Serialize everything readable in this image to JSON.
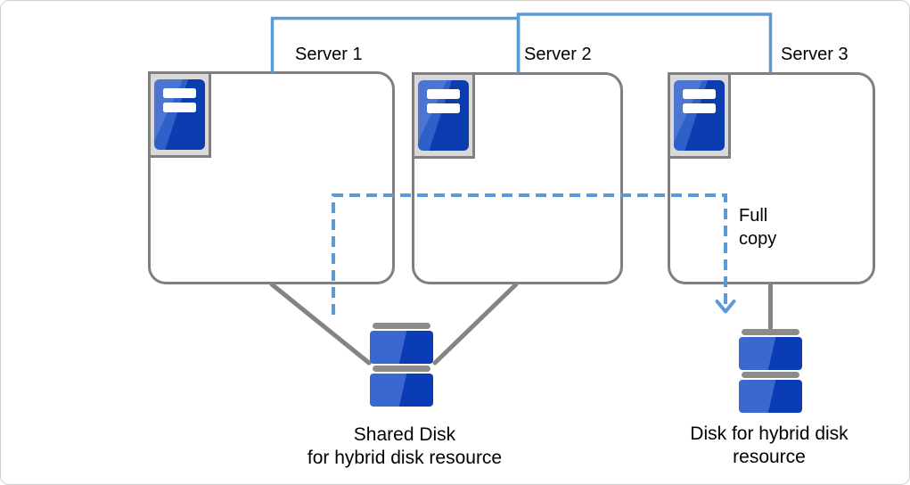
{
  "canvas": {
    "servers": [
      {
        "label": "Server 1"
      },
      {
        "label": "Server 2"
      },
      {
        "label": "Server 3"
      }
    ],
    "annotations": {
      "full_copy": [
        "Full",
        "copy"
      ]
    },
    "disk_labels": {
      "shared": [
        "Shared Disk",
        "for hybrid disk resource"
      ],
      "hybrid": [
        "Disk for hybrid disk",
        "resource"
      ]
    },
    "colors": {
      "interconnect_blue": "#5B9BD5",
      "box_border_gray": "#7F7F7F",
      "connector_gray": "#848484",
      "server_icon_blue_light": "#2E60CA",
      "server_icon_blue_dark": "#0B3DB1",
      "server_icon_tray_gray": "#D9D9D9",
      "disk_blue_light": "#3A68D0",
      "disk_blue_dark": "#0A3DB5",
      "disk_cap_gray": "#8C8C8C"
    }
  }
}
